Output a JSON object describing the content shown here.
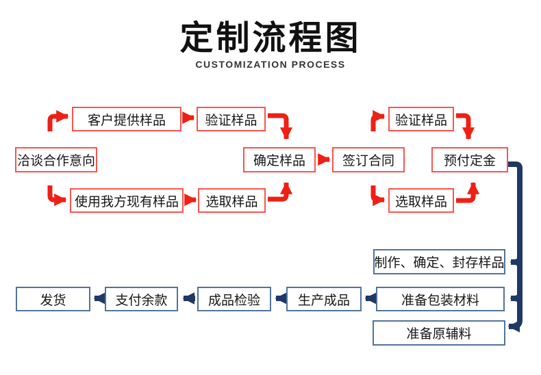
{
  "header": {
    "title": "定制流程图",
    "subtitle": "CUSTOMIZATION PROCESS"
  },
  "colors": {
    "red": "#ee2015",
    "red_border": "#f9544c",
    "navy": "#1f3864",
    "navy_border": "#527399",
    "ink": "#161616"
  },
  "nodes": {
    "negotiate": "洽谈合作意向",
    "customer_sample": "客户提供样品",
    "verify_sample_left": "验证样品",
    "use_our_sample": "使用我方现有样品",
    "select_sample_left": "选取样品",
    "confirm_sample": "确定样品",
    "sign_contract": "签订合同",
    "verify_sample_right": "验证样品",
    "select_sample_right": "选取样品",
    "prepay_deposit": "预付定金",
    "make_seal_sample": "制作、确定、封存样品",
    "prepare_packaging": "准备包装材料",
    "prepare_raw_materials": "准备原辅料",
    "produce_product": "生产成品",
    "inspect_product": "成品检验",
    "pay_balance": "支付余款",
    "ship": "发货"
  },
  "edges": [
    {
      "from": "洽谈合作意向",
      "to": "客户提供样品",
      "color": "red"
    },
    {
      "from": "客户提供样品",
      "to": "验证样品",
      "color": "red"
    },
    {
      "from": "验证样品",
      "to": "确定样品",
      "color": "red"
    },
    {
      "from": "洽谈合作意向",
      "to": "使用我方现有样品",
      "color": "red"
    },
    {
      "from": "使用我方现有样品",
      "to": "选取样品",
      "color": "red"
    },
    {
      "from": "选取样品",
      "to": "确定样品",
      "color": "red"
    },
    {
      "from": "确定样品",
      "to": "签订合同",
      "color": "red"
    },
    {
      "from": "签订合同",
      "to": "验证样品",
      "color": "red"
    },
    {
      "from": "验证样品",
      "to": "预付定金",
      "color": "red"
    },
    {
      "from": "签订合同",
      "to": "选取样品",
      "color": "red"
    },
    {
      "from": "选取样品",
      "to": "预付定金",
      "color": "red"
    },
    {
      "from": "预付定金",
      "to": "制作、确定、封存样品",
      "color": "navy"
    },
    {
      "from": "预付定金",
      "to": "准备包装材料",
      "color": "navy"
    },
    {
      "from": "预付定金",
      "to": "准备原辅料",
      "color": "navy"
    },
    {
      "from": "准备包装材料",
      "to": "生产成品",
      "color": "navy"
    },
    {
      "from": "生产成品",
      "to": "成品检验",
      "color": "navy"
    },
    {
      "from": "成品检验",
      "to": "支付余款",
      "color": "navy"
    },
    {
      "from": "支付余款",
      "to": "发货",
      "color": "navy"
    }
  ]
}
